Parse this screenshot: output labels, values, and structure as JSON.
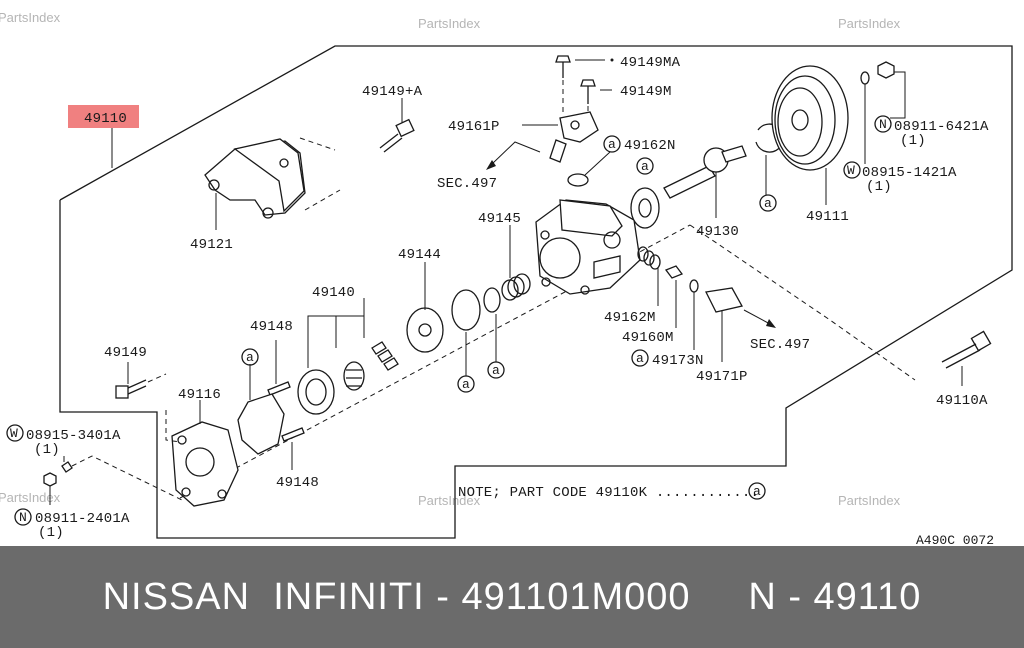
{
  "watermarks": [
    "PartsIndex",
    "PartsIndex",
    "PartsIndex",
    "PartsIndex",
    "PartsIndex",
    "PartsIndex"
  ],
  "main_part_label": "49110",
  "callouts": {
    "p49149MA": "49149MA",
    "p49149M": "49149M",
    "p49149A": "49149+A",
    "p49161P": "49161P",
    "p49162N": "49162N",
    "sec497_top": "SEC.497",
    "p49121": "49121",
    "p49145": "49145",
    "p49130": "49130",
    "p49111": "49111",
    "p08911_6421A": "08911-6421A",
    "p08911_6421A_qty": "(1)",
    "p08915_1421A": "08915-1421A",
    "p08915_1421A_qty": "(1)",
    "p49144": "49144",
    "p49140": "49140",
    "p49148_top": "49148",
    "p49162M": "49162M",
    "p49160M": "49160M",
    "p49173N": "49173N",
    "p49171P": "49171P",
    "sec497_bottom": "SEC.497",
    "p49149": "49149",
    "p49116": "49116",
    "p49110A": "49110A",
    "p08915_3401A": "08915-3401A",
    "p08915_3401A_qty": "(1)",
    "p49148_bottom": "49148",
    "p08911_2401A": "08911-2401A",
    "p08911_2401A_qty": "(1)"
  },
  "symbols": {
    "washer": "W",
    "nut": "N",
    "kit": "a"
  },
  "note": "NOTE; PART CODE 49110K ............",
  "diagram_code": "A490C 0072",
  "footer": "NISSAN  INFINITI - 491101M000     N - 49110",
  "colors": {
    "highlight": "#f08080",
    "footer_bg": "#6b6b6b"
  }
}
